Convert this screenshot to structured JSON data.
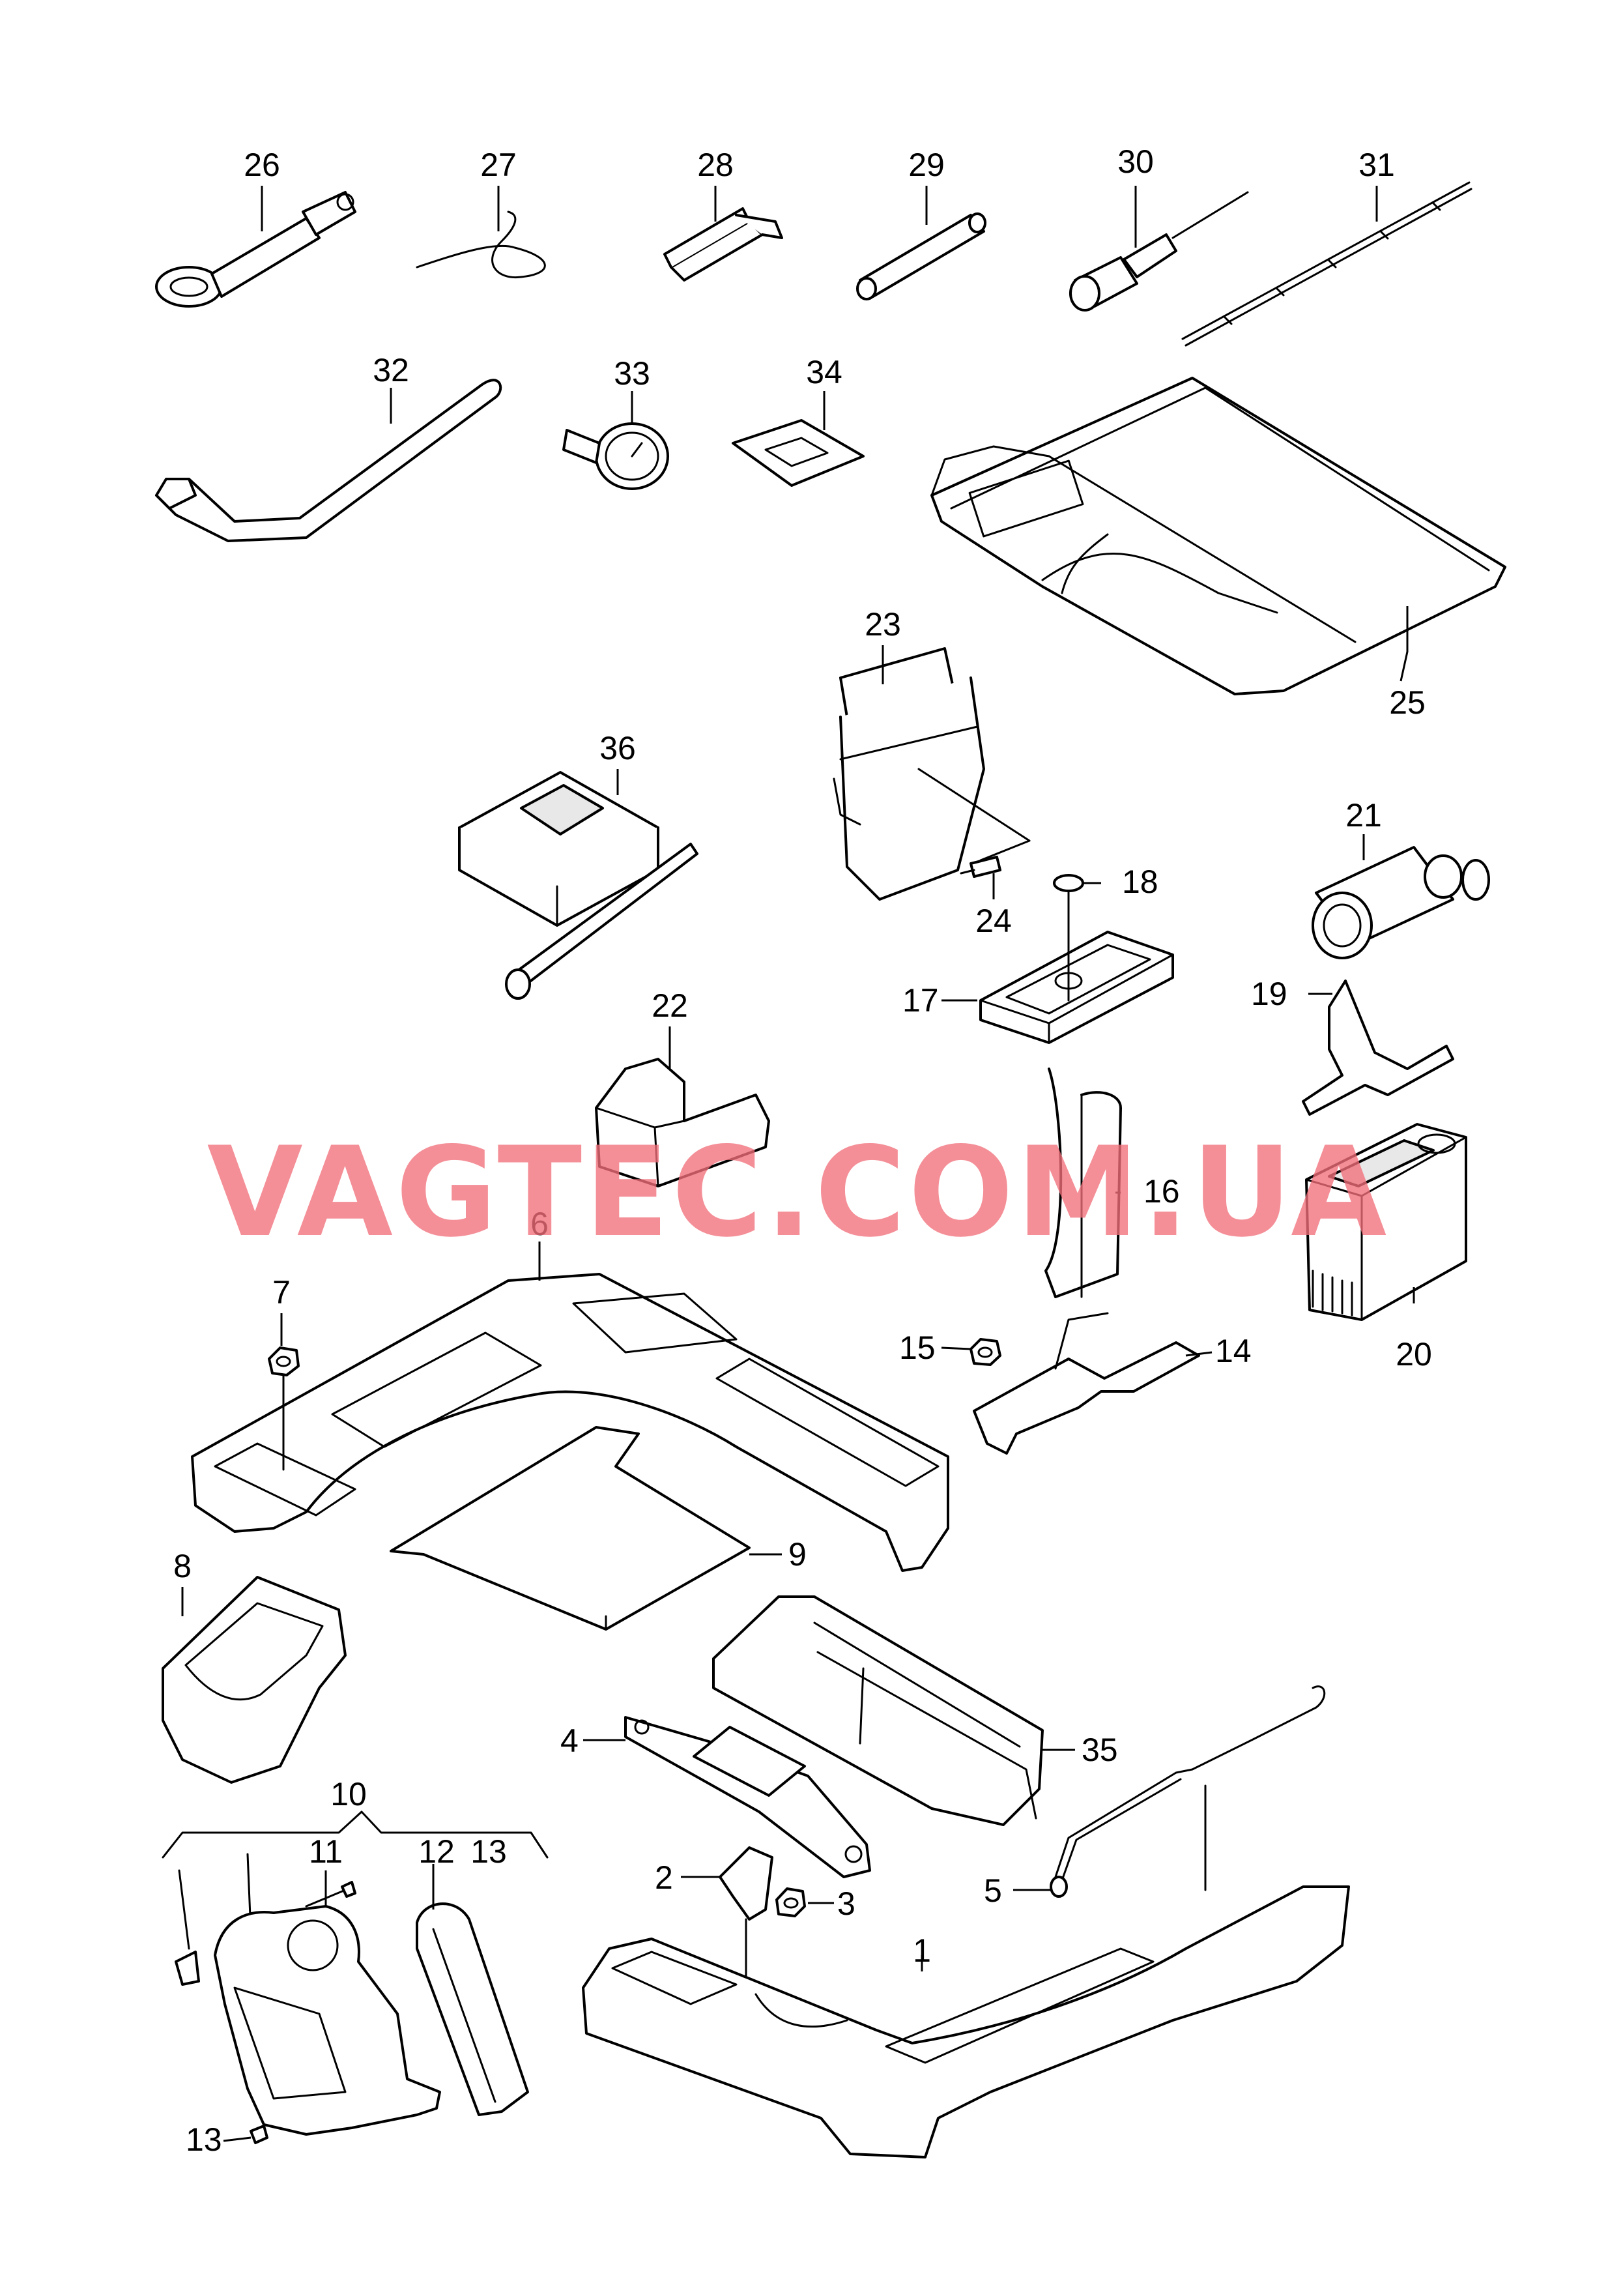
{
  "watermark": "VAGTEC.COM.UA",
  "labels": {
    "n1": "1",
    "n2": "2",
    "n3": "3",
    "n4": "4",
    "n5": "5",
    "n6": "6",
    "n7": "7",
    "n8": "8",
    "n9": "9",
    "n10": "10",
    "n11": "11",
    "n12": "12",
    "n13a": "13",
    "n13b": "13",
    "n14": "14",
    "n15": "15",
    "n16": "16",
    "n17": "17",
    "n18": "18",
    "n19": "19",
    "n20": "20",
    "n21": "21",
    "n22": "22",
    "n23": "23",
    "n24": "24",
    "n25": "25",
    "n26": "26",
    "n27": "27",
    "n28": "28",
    "n29": "29",
    "n30": "30",
    "n31": "31",
    "n32": "32",
    "n33": "33",
    "n34": "34",
    "n35": "35",
    "n36": "36"
  },
  "colors": {
    "line": "#000000",
    "watermark": "#f26f7a",
    "background": "#ffffff"
  }
}
